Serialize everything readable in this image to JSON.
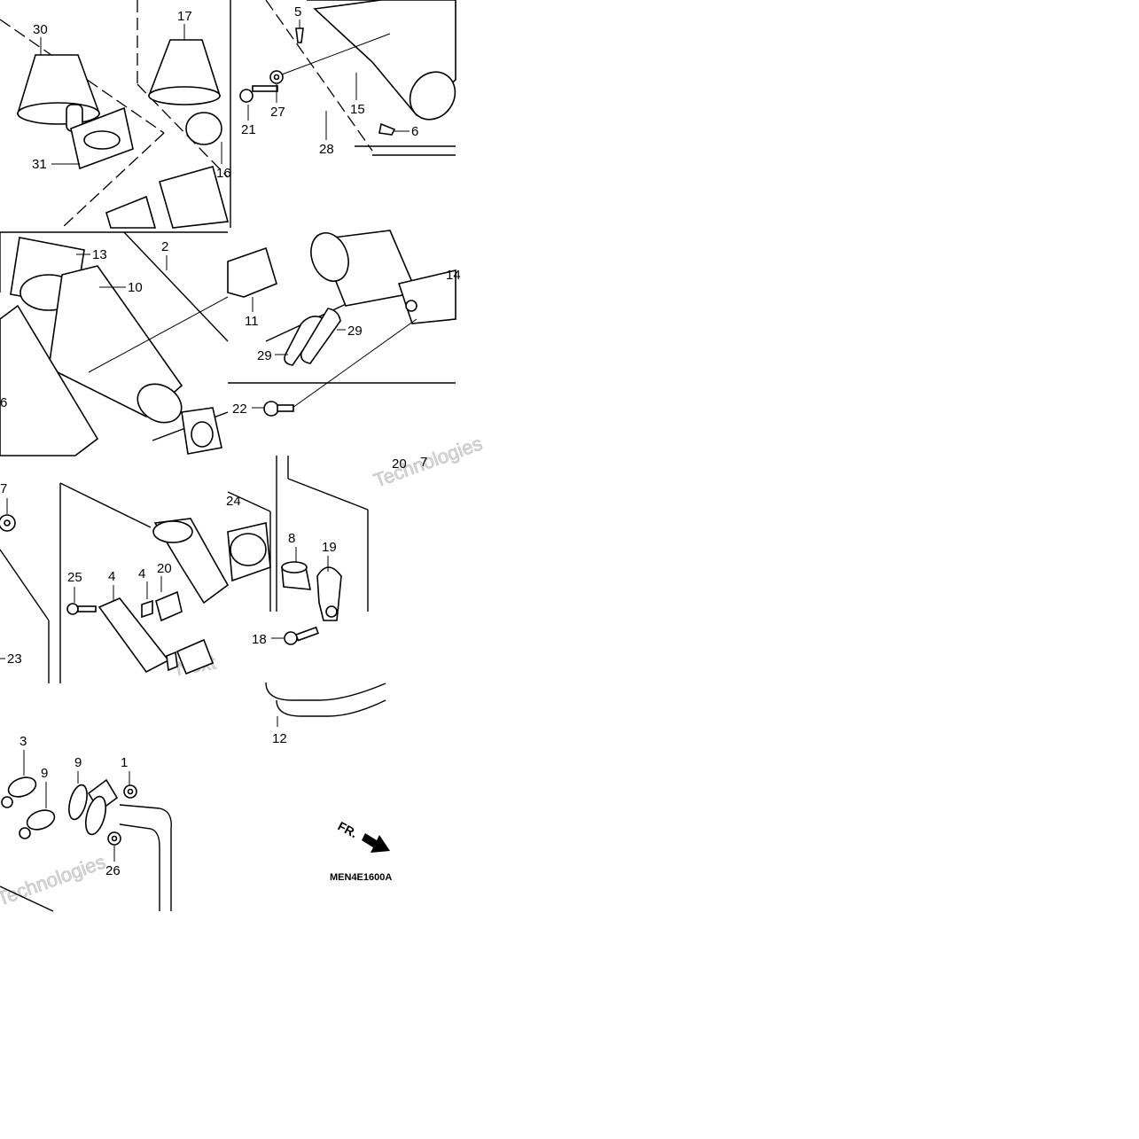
{
  "labels": [
    {
      "id": "p30",
      "text": "30"
    },
    {
      "id": "p17",
      "text": "17"
    },
    {
      "id": "p5",
      "text": "5"
    },
    {
      "id": "p31",
      "text": "31"
    },
    {
      "id": "p21",
      "text": "21"
    },
    {
      "id": "p27",
      "text": "27"
    },
    {
      "id": "p15",
      "text": "15"
    },
    {
      "id": "p6",
      "text": "6"
    },
    {
      "id": "p28",
      "text": "28"
    },
    {
      "id": "p16",
      "text": "16"
    },
    {
      "id": "p13",
      "text": "13"
    },
    {
      "id": "p2",
      "text": "2"
    },
    {
      "id": "p10",
      "text": "10"
    },
    {
      "id": "p11",
      "text": "11"
    },
    {
      "id": "p14",
      "text": "14"
    },
    {
      "id": "p29a",
      "text": "29"
    },
    {
      "id": "p29b",
      "text": "29"
    },
    {
      "id": "p6b",
      "text": "6"
    },
    {
      "id": "p22",
      "text": "22"
    },
    {
      "id": "p20a",
      "text": "20"
    },
    {
      "id": "p7",
      "text": "7"
    },
    {
      "id": "p25",
      "text": "25"
    },
    {
      "id": "p4a",
      "text": "4"
    },
    {
      "id": "p24",
      "text": "24"
    },
    {
      "id": "p4b",
      "text": "4"
    },
    {
      "id": "p20b",
      "text": "20"
    },
    {
      "id": "p8",
      "text": "8"
    },
    {
      "id": "p19",
      "text": "19"
    },
    {
      "id": "p18",
      "text": "18"
    },
    {
      "id": "p23",
      "text": "23"
    },
    {
      "id": "p12",
      "text": "12"
    },
    {
      "id": "p3",
      "text": "3"
    },
    {
      "id": "p9a",
      "text": "9"
    },
    {
      "id": "p9b",
      "text": "9"
    },
    {
      "id": "p1",
      "text": "1"
    },
    {
      "id": "p26a",
      "text": "26"
    },
    {
      "id": "p26b",
      "text": "26"
    }
  ],
  "front_marker": "FR.",
  "diagram_code": "MEN4E1600A",
  "watermark": [
    "Next",
    "Technologies"
  ]
}
